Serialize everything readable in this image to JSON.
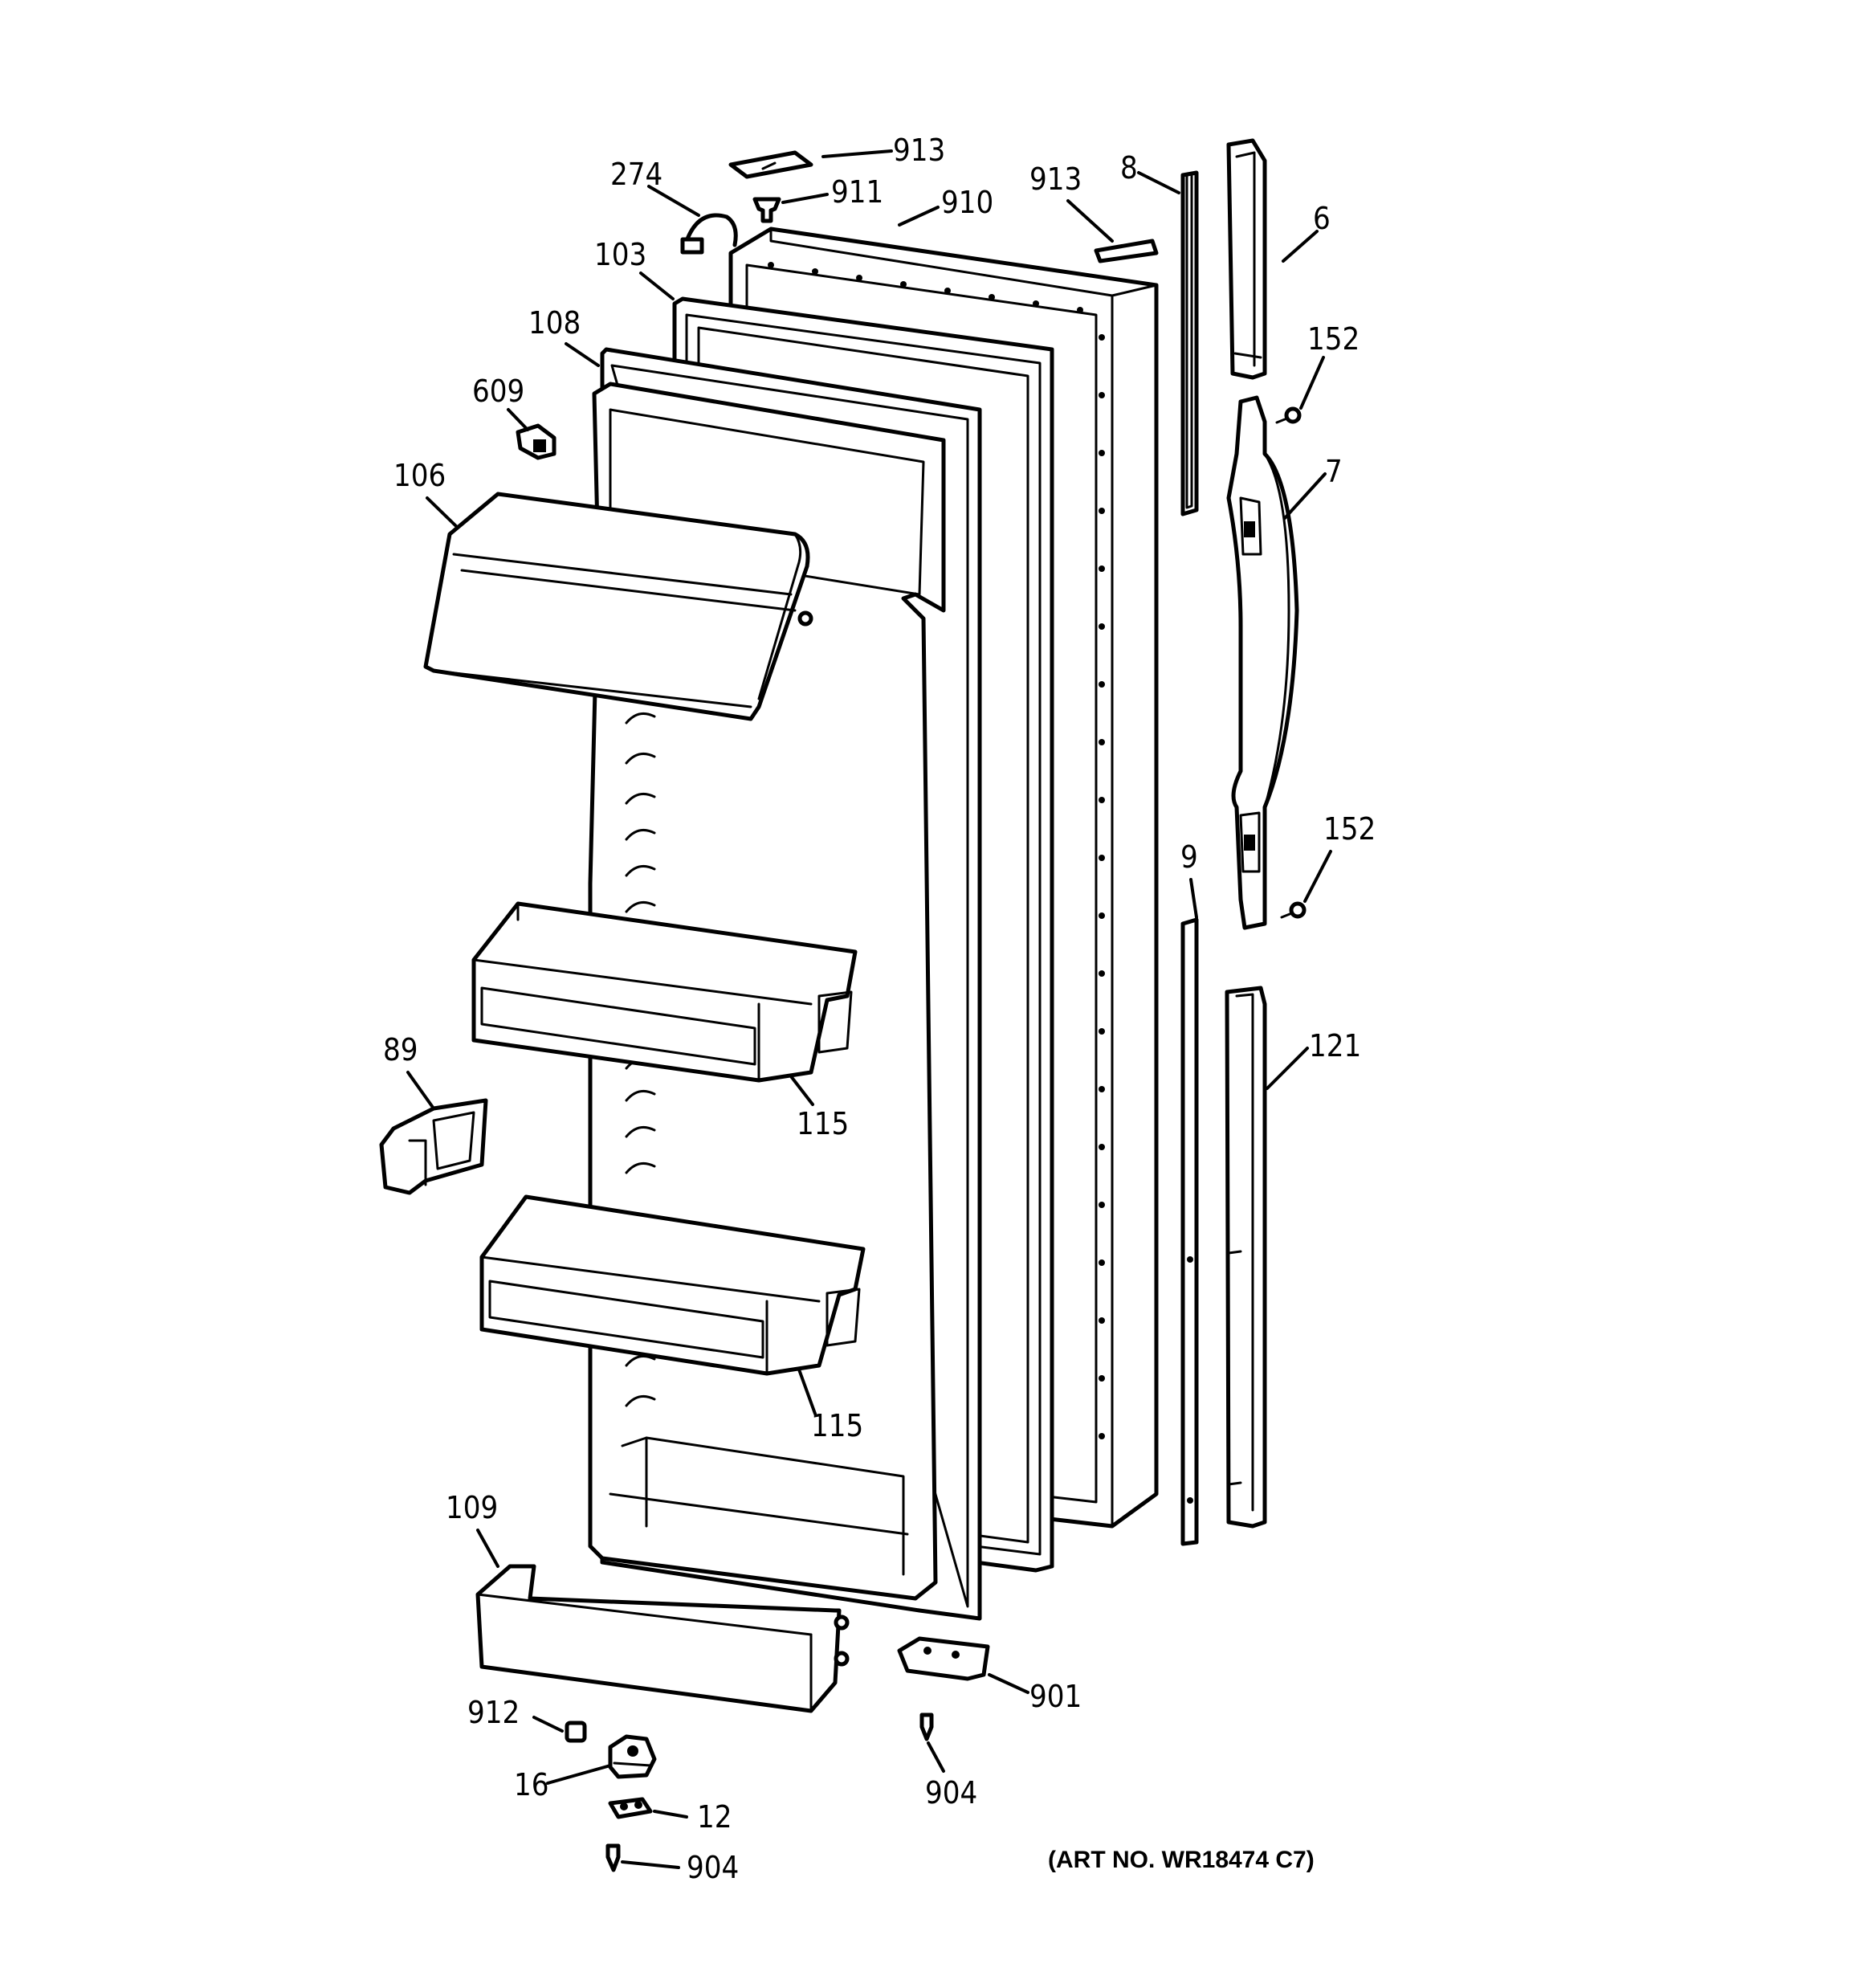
{
  "art_number": "(ART NO. WR18474 C7)",
  "callouts": {
    "c913a": "913",
    "c274": "274",
    "c911": "911",
    "c910": "910",
    "c913b": "913",
    "c8": "8",
    "c6": "6",
    "c103": "103",
    "c108": "108",
    "c152a": "152",
    "c609": "609",
    "c7": "7",
    "c106": "106",
    "c152b": "152",
    "c9": "9",
    "c121": "121",
    "c89": "89",
    "c115a": "115",
    "c115b": "115",
    "c109": "109",
    "c901": "901",
    "c912": "912",
    "c904a": "904",
    "c16": "16",
    "c12": "12",
    "c904b": "904"
  }
}
